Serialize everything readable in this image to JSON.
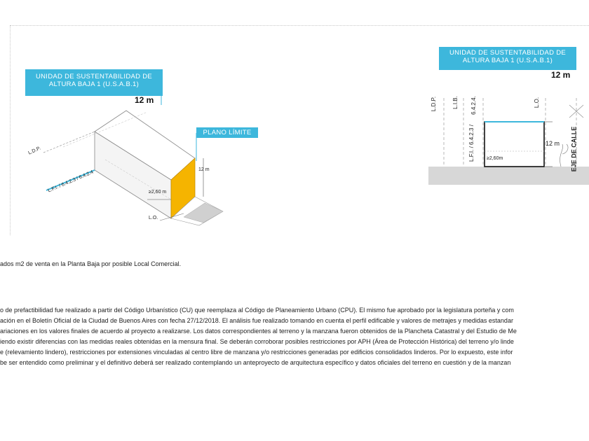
{
  "left_diagram": {
    "title_line1": "UNIDAD DE SUSTENTABILIDAD DE",
    "title_line2": "ALTURA BAJA 1 (U.S.A.B.1)",
    "height_label": "12 m",
    "plano_label": "PLANO LÍMITE",
    "ldp": "L.D.P.",
    "lfi": "L.F.I. / 6.4.2.3 / 6.4.2.4",
    "dim_12": "12 m",
    "dim_260": "≥2,60 m",
    "lo": "L.O."
  },
  "right_diagram": {
    "title_line1": "UNIDAD DE SUSTENTABILIDAD DE",
    "title_line2": "ALTURA BAJA 1 (U.S.A.B.1)",
    "height_label": "12 m",
    "ldp": "L.D.P.",
    "lib": "L.I.B.",
    "code_6424": "6.4.2.4.",
    "lo": "L.O.",
    "lfi": "L.F.I. / 6.4.2.3 /",
    "dim_12": "12 m",
    "dim_260": "≥2,60m",
    "eje": "EJE DE CALLE"
  },
  "body_text": {
    "line1": "ados m2 de venta en la Planta Baja por posible Local Comercial.",
    "para": [
      "o de prefactibilidad fue realizado a partir del Código Urbanístico (CU) que reemplaza al Código de Planeamiento Urbano (CPU). El mismo fue aprobado por la legislatura porteña y com",
      "ación en el Boletín Oficial de la Ciudad de Buenos Aires con fecha 27/12/2018. El análisis fue realizado tomando en cuenta el perfil edificable y valores de metrajes y medidas estandar",
      "ariaciones en los valores finales de acuerdo al proyecto a realizarse. Los datos correspondientes al terreno y la manzana fueron obtenidos de la Plancheta Catastral y del Estudio de Me",
      "iendo existir diferencias con las medidas reales obtenidas en la mensura final. Se deberán corroborar posibles restricciones por APH (Área de Protección Histórica) del terreno y/o linde",
      "e (relevamiento lindero), restricciones por extensiones vinculadas al centro libre de manzana y/o restricciones generadas por edificios consolidados linderos. Por lo expuesto, este infor",
      "be ser entendido como preliminar y el definitivo deberá ser realizado contemplando un anteproyecto de arquitectura específico y datos oficiales del terreno en cuestión y de la manzan"
    ]
  },
  "colors": {
    "accent": "#3db7dc",
    "plane": "#f5b400",
    "ground": "#d7d7d7"
  }
}
